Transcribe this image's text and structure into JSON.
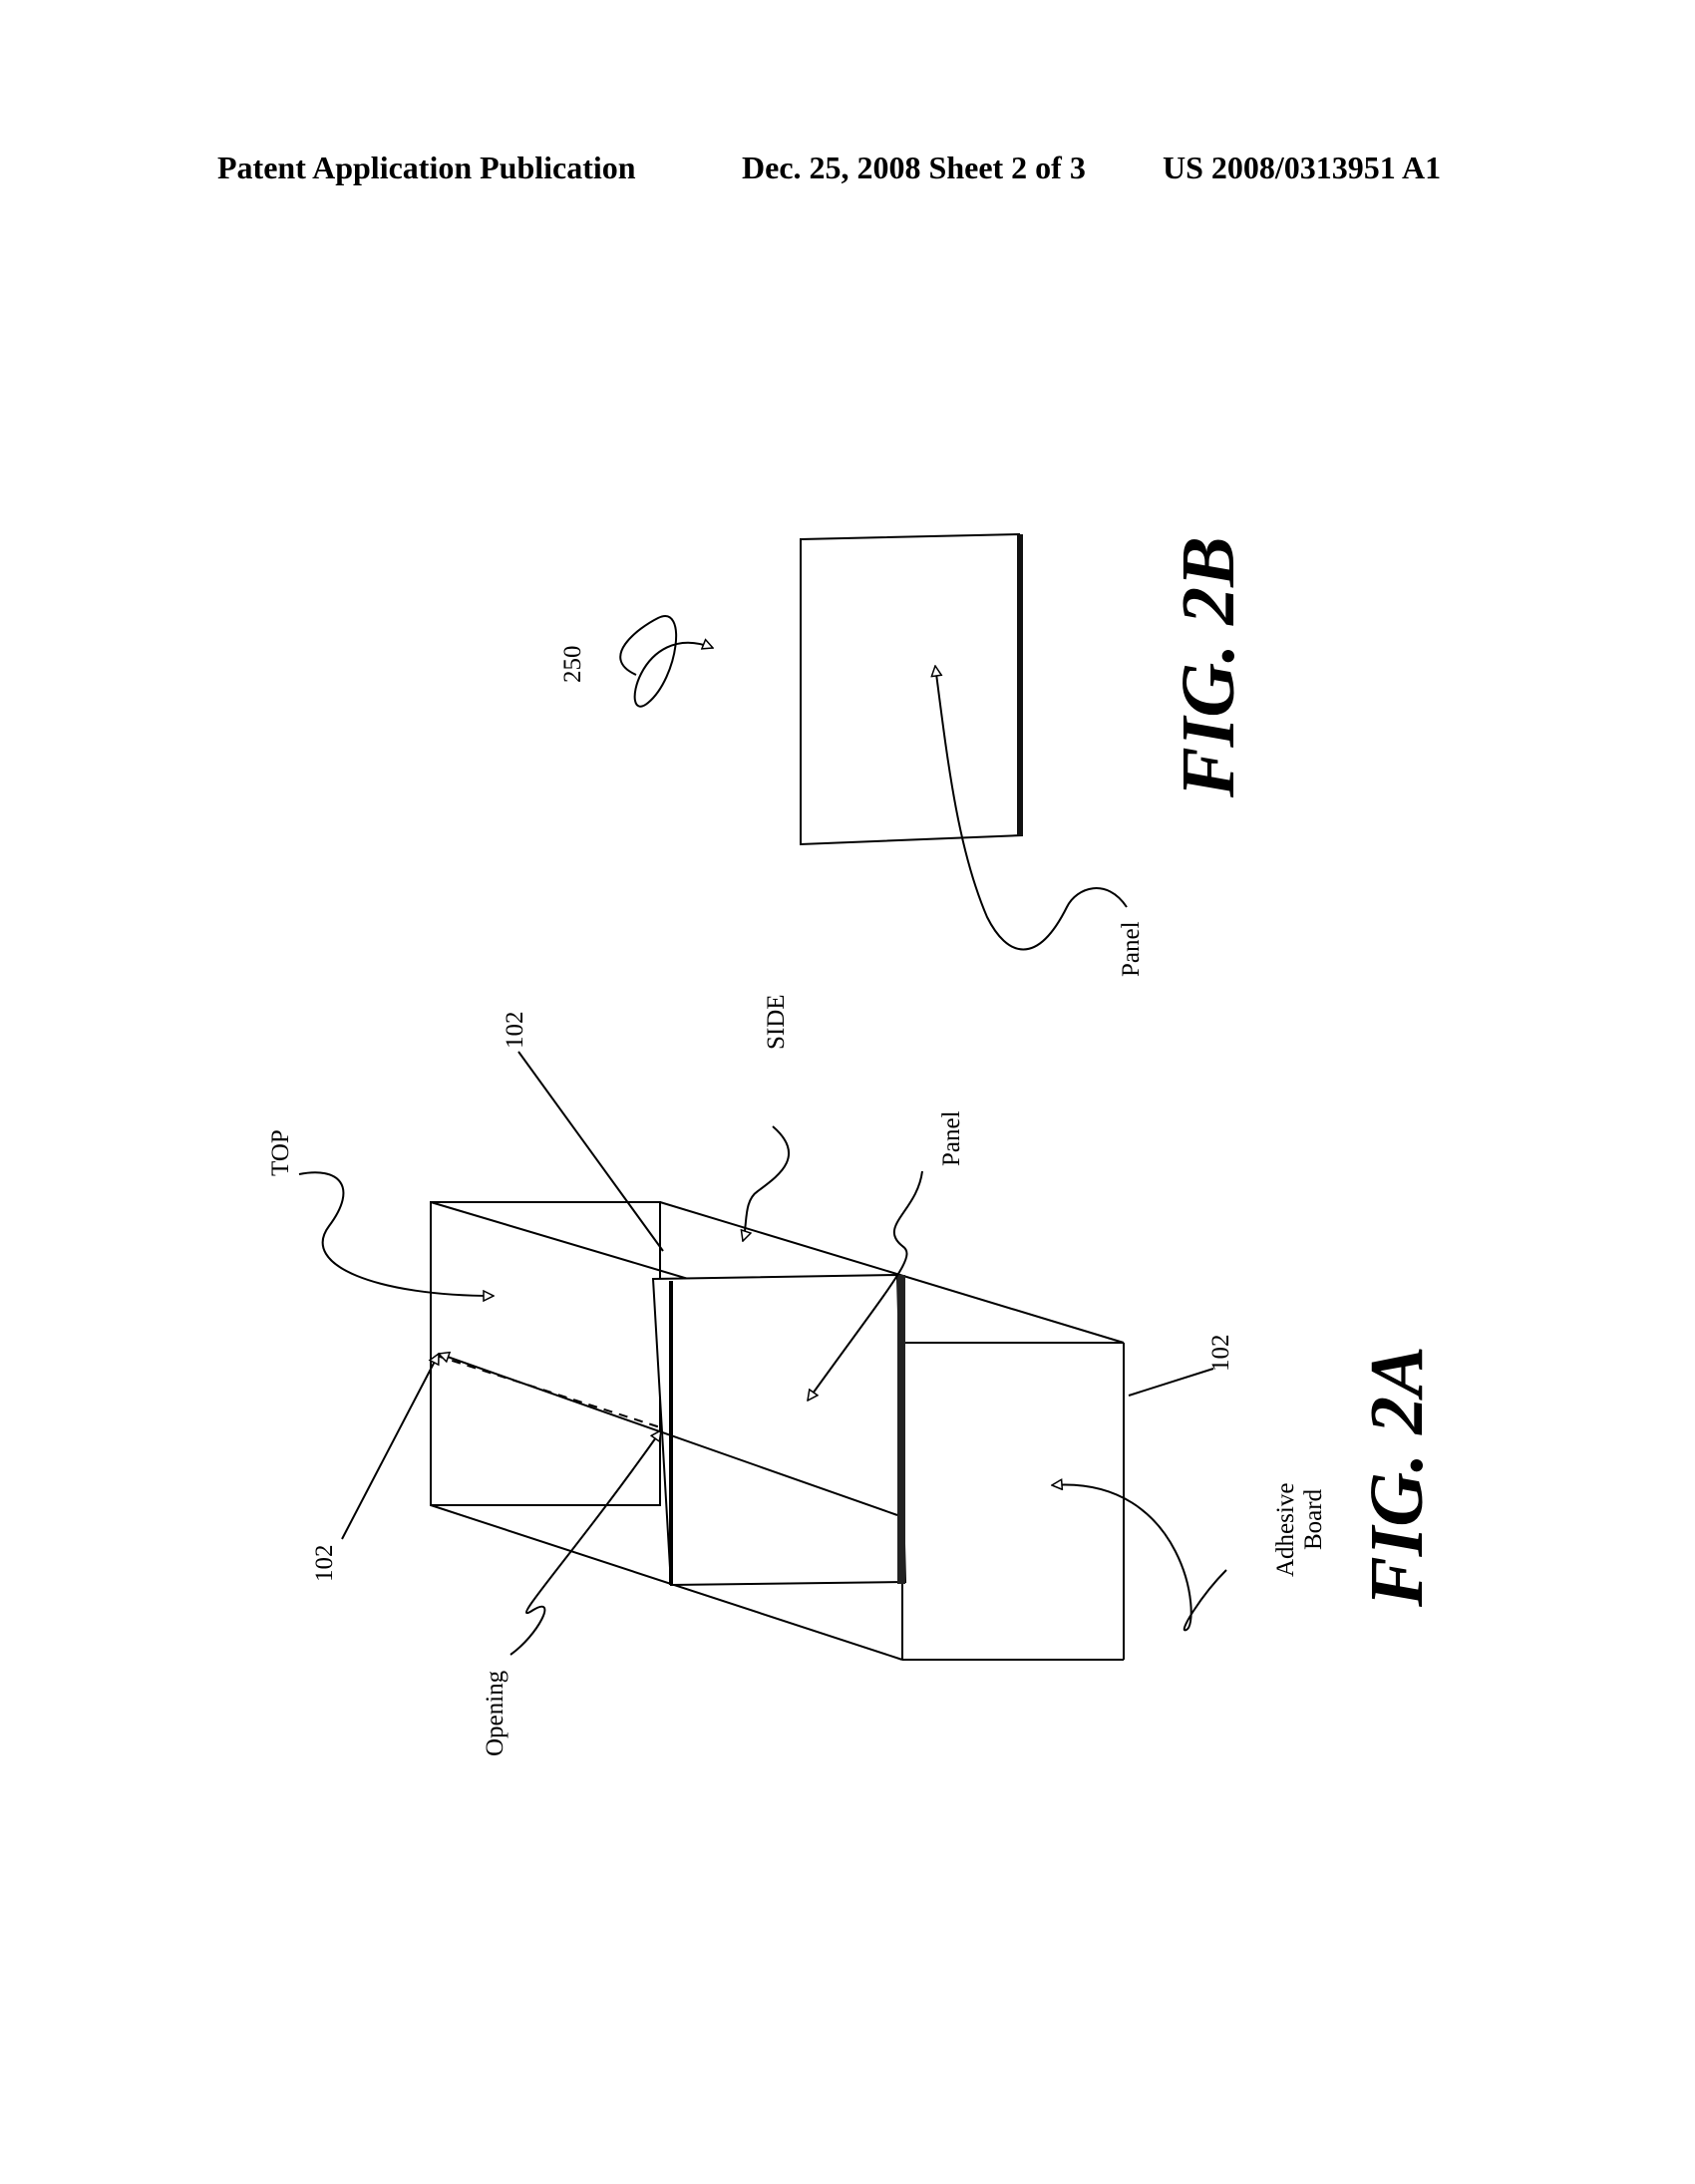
{
  "header": {
    "left": "Patent Application Publication",
    "middle": "Dec. 25, 2008   Sheet 2 of 3",
    "right": "US 2008/0313951 A1"
  },
  "fig2a": {
    "caption": "FIG. 2A",
    "labels": {
      "top": "TOP",
      "side": "SIDE",
      "panel": "Panel",
      "ref_top": "102",
      "ref_right": "102",
      "ref_left": "102",
      "opening": "Opening",
      "adhesive_line1": "Adhesive",
      "adhesive_line2": "Board"
    }
  },
  "fig2b": {
    "caption": "FIG. 2B",
    "labels": {
      "ref": "250",
      "panel": "Panel"
    }
  }
}
